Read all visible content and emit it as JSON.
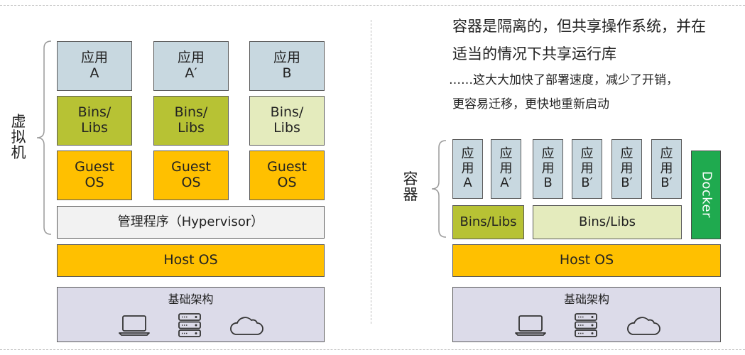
{
  "vm": {
    "label": "虚拟机",
    "apps": [
      {
        "name": "应用",
        "id": "A"
      },
      {
        "name": "应用",
        "id": "A′"
      },
      {
        "name": "应用",
        "id": "B"
      }
    ],
    "bins": [
      "Bins/\nLibs",
      "Bins/\nLibs",
      "Bins/\nLibs"
    ],
    "guest": [
      "Guest\nOS",
      "Guest\nOS",
      "Guest\nOS"
    ],
    "hypervisor": "管理程序（Hypervisor）",
    "host": "Host OS",
    "infra": "基础架构"
  },
  "container": {
    "label": "容器",
    "apps": [
      {
        "name": "应\n用",
        "id": "A"
      },
      {
        "name": "应\n用",
        "id": "A′"
      },
      {
        "name": "应\n用",
        "id": "B"
      },
      {
        "name": "应\n用",
        "id": "B′"
      },
      {
        "name": "应\n用",
        "id": "B′"
      },
      {
        "name": "应\n用",
        "id": "B′"
      }
    ],
    "bins_a": "Bins/Libs",
    "bins_b": "Bins/Libs",
    "docker": "Docker",
    "host": "Host OS",
    "infra": "基础架构"
  },
  "notes": {
    "line1": "容器是隔离的，但共享操作系统，并在",
    "line2": "适当的情况下共享运行库",
    "line3": "……这大大加快了部署速度，减少了开销，",
    "line4": "更容易迁移，更快地重新启动"
  },
  "colors": {
    "app": "#c8d8e0",
    "bins_dark": "#b7c234",
    "bins_light": "#e4ebbd",
    "guest_os": "#ffc000",
    "host_os": "#ffc000",
    "hypervisor": "#f2f2f2",
    "infrastructure": "#dcdbe9",
    "docker": "#1faa4f"
  },
  "icons": [
    "laptop-icon",
    "server-icon",
    "cloud-icon"
  ]
}
